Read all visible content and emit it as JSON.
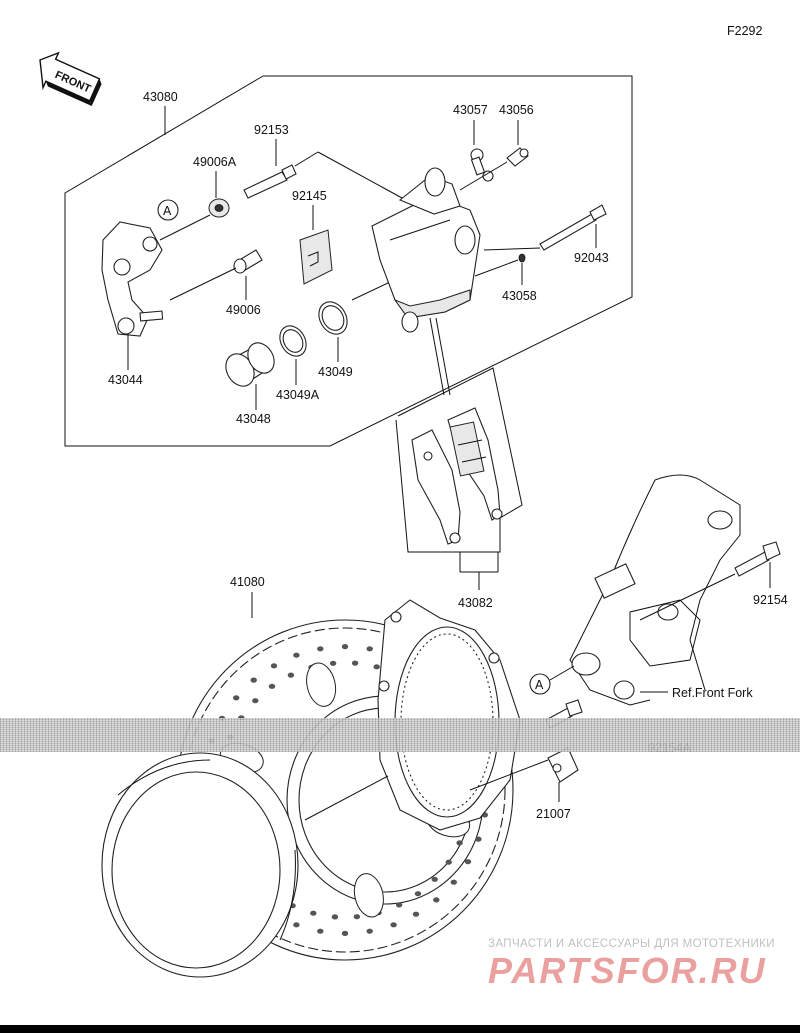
{
  "figure_code": "F2292",
  "front_label": "FRONT",
  "callouts": {
    "a_marker": "A",
    "a_marker_2": "A"
  },
  "parts": {
    "p43080": "43080",
    "p92153": "92153",
    "p49006A": "49006A",
    "p92145": "92145",
    "p43057": "43057",
    "p43056": "43056",
    "p92043": "92043",
    "p43058": "43058",
    "p49006": "49006",
    "p43044": "43044",
    "p43049": "43049",
    "p43049A": "43049A",
    "p43048": "43048",
    "p43082": "43082",
    "p41080": "41080",
    "p92154": "92154",
    "p92154A": "92154A",
    "p21007": "21007"
  },
  "reference": "Ref.Front Fork",
  "watermark": {
    "line1": "ЗАПЧАСТИ И АКСЕССУАРЫ ДЛЯ МОТОТЕХНИКИ",
    "line2": "PARTSFOR.RU"
  }
}
